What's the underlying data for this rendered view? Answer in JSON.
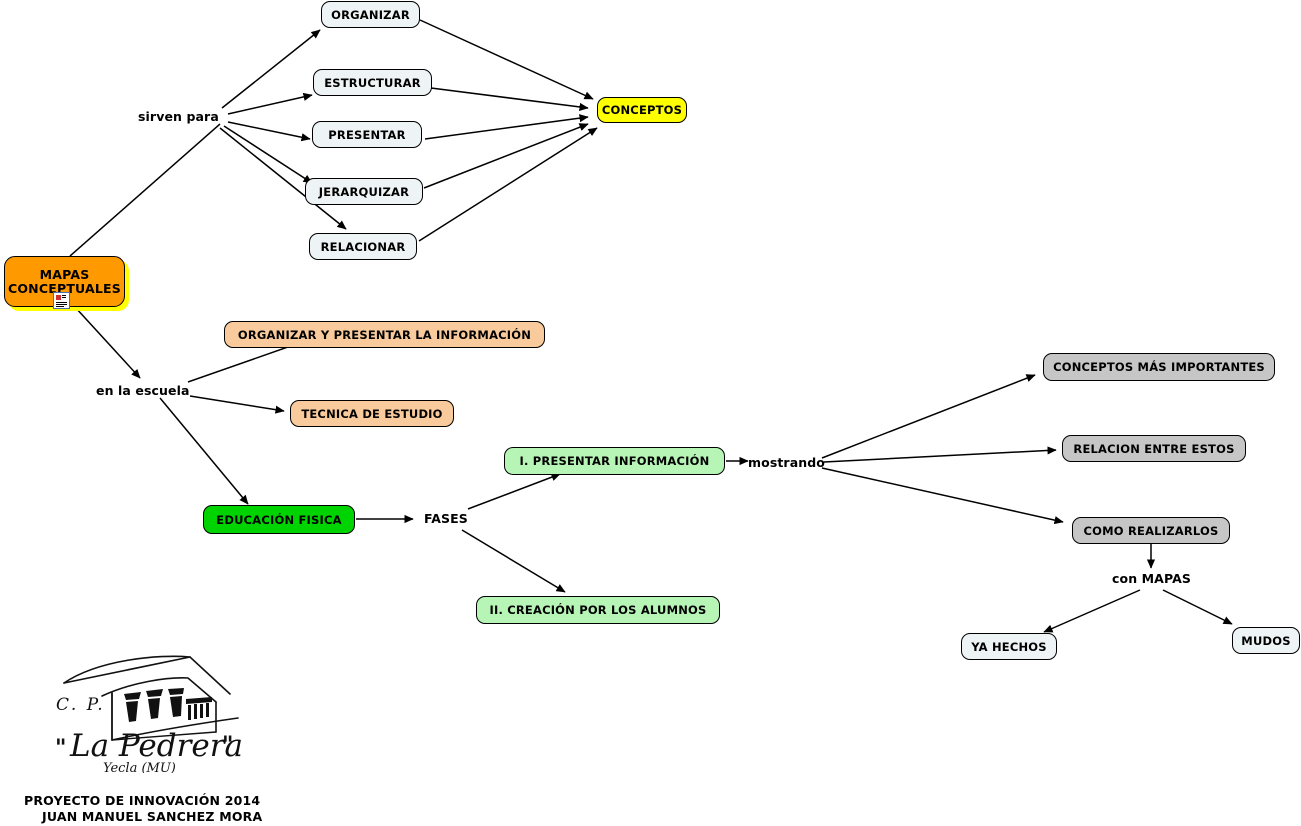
{
  "diagram": {
    "title": "MAPAS CONCEPTUALES",
    "root": {
      "line1": "MAPAS",
      "line2": "CONCEPTUALES"
    },
    "colors": {
      "root_fill": "#ff9900",
      "root_glow": "#ffff00",
      "pale_blue": "#eef3f5",
      "yellow": "#ffff00",
      "peach": "#f9ca9b",
      "bright_green": "#00d400",
      "light_green": "#b6f5b6",
      "gray": "#c6c6c6",
      "stroke": "#000000",
      "background": "#ffffff"
    },
    "nodes": [
      {
        "id": "organizar",
        "label": "ORGANIZAR"
      },
      {
        "id": "estructurar",
        "label": "ESTRUCTURAR"
      },
      {
        "id": "presentar",
        "label": "PRESENTAR"
      },
      {
        "id": "jerarquizar",
        "label": "JERARQUIZAR"
      },
      {
        "id": "relacionar",
        "label": "RELACIONAR"
      },
      {
        "id": "conceptos",
        "label": "CONCEPTOS"
      },
      {
        "id": "organizar-presentar",
        "label": "ORGANIZAR Y PRESENTAR LA INFORMACIÓN"
      },
      {
        "id": "tecnica",
        "label": "TECNICA DE ESTUDIO"
      },
      {
        "id": "educacion",
        "label": "EDUCACIÓN FISICA"
      },
      {
        "id": "fase1",
        "label": "I. PRESENTAR INFORMACIÓN"
      },
      {
        "id": "fase2",
        "label": "II. CREACIÓN POR LOS ALUMNOS"
      },
      {
        "id": "conceptos-importantes",
        "label": "CONCEPTOS MÁS IMPORTANTES"
      },
      {
        "id": "relacion-estos",
        "label": "RELACION ENTRE ESTOS"
      },
      {
        "id": "como-realizarlos",
        "label": "COMO REALIZARLOS"
      },
      {
        "id": "ya-hechos",
        "label": "YA HECHOS"
      },
      {
        "id": "mudos",
        "label": "MUDOS"
      }
    ],
    "link_labels": [
      {
        "id": "sirven-para",
        "text": "sirven para"
      },
      {
        "id": "en-la-escuela",
        "text": "en la escuela"
      },
      {
        "id": "fases",
        "text": "FASES"
      },
      {
        "id": "mostrando",
        "text": "mostrando"
      },
      {
        "id": "con-mapas",
        "text": "con MAPAS"
      }
    ],
    "logo": {
      "line_cp": "C. P.",
      "quote_open": "\"",
      "name": "La Pedrera",
      "quote_close": "\"",
      "town": "Yecla (MU)"
    },
    "footer": {
      "line1": "PROYECTO DE INNOVACIÓN 2014",
      "line2": "JUAN MANUEL SANCHEZ MORA"
    },
    "icons": {
      "root_badge": "document-icon"
    }
  }
}
